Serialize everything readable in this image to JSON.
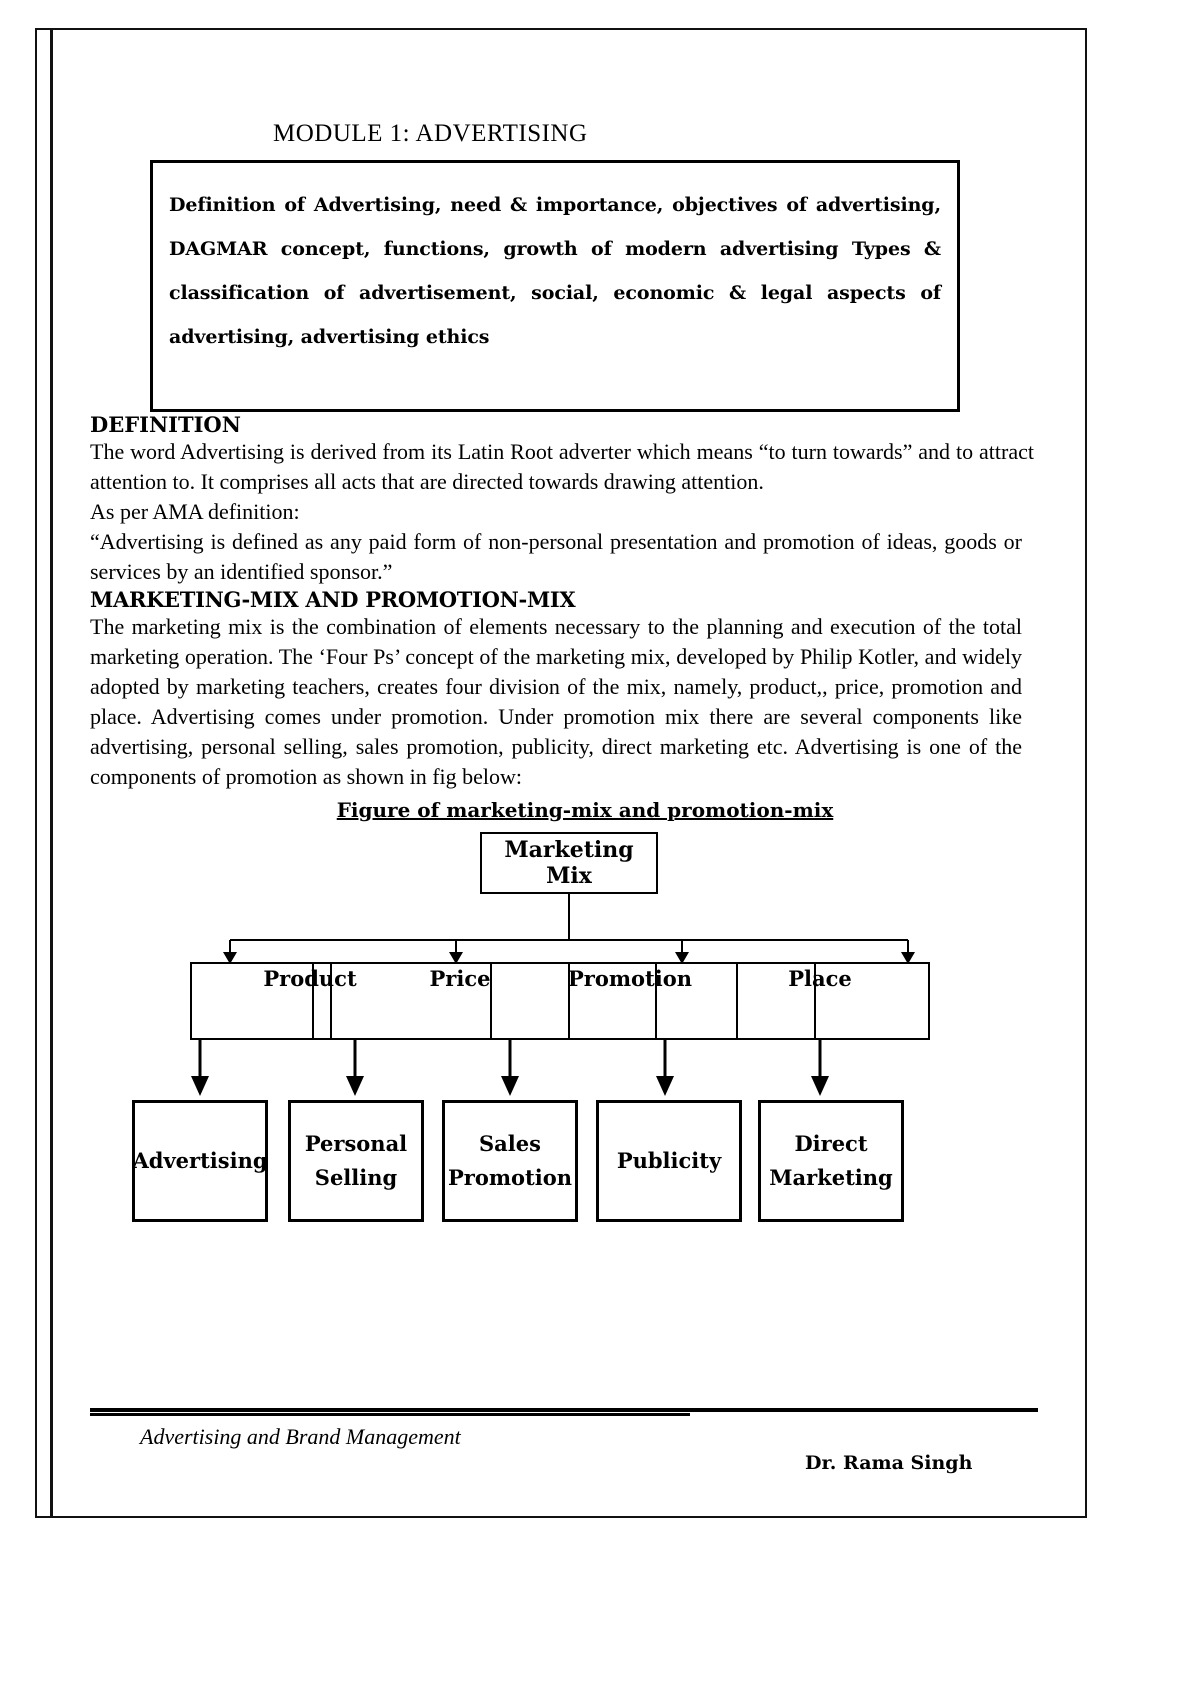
{
  "document": {
    "module_title": "MODULE 1: ADVERTISING",
    "syllabus_box": "Definition of Advertising, need & importance, objectives of advertising, DAGMAR concept, functions, growth of modern advertising Types & classification of advertisement, social, economic & legal aspects of advertising, advertising ethics",
    "sections": {
      "definition_heading": "DEFINITION",
      "definition_para": "The word Advertising is derived from its Latin Root adverter which means “to turn towards” and to attract attention to. It comprises all acts that are directed towards drawing attention.",
      "ama_lead": "As per AMA definition:",
      "ama_quote": "“Advertising is defined as any paid form of non-personal presentation and promotion of ideas, goods or services by an identified sponsor.”",
      "mix_heading": "MARKETING-MIX AND PROMOTION-MIX",
      "mix_para": "The marketing mix is the combination of elements necessary to the planning and execution of the total marketing operation. The ‘Four Ps’ concept of the marketing mix, developed by Philip Kotler, and widely adopted by marketing teachers, creates four division of the mix, namely, product,, price, promotion and place. Advertising comes under promotion. Under promotion mix there are several components like advertising, personal selling, sales promotion, publicity, direct marketing etc. Advertising is one of the components of promotion as shown in fig below:"
    },
    "figure": {
      "caption": "Figure of marketing-mix and promotion-mix",
      "root": "Marketing Mix",
      "mix_elements": [
        {
          "label": "Product"
        },
        {
          "label": "Price"
        },
        {
          "label": "Promotion"
        },
        {
          "label": "Place"
        }
      ],
      "promotion_components": [
        {
          "line1": "Advertising",
          "line2": ""
        },
        {
          "line1": "Personal",
          "line2": "Selling"
        },
        {
          "line1": "Sales",
          "line2": "Promotion"
        },
        {
          "line1": "Publicity",
          "line2": ""
        },
        {
          "line1": "Direct",
          "line2": "Marketing"
        }
      ]
    },
    "footer": {
      "left": "Advertising and Brand Management",
      "right": "Dr. Rama Singh"
    }
  }
}
